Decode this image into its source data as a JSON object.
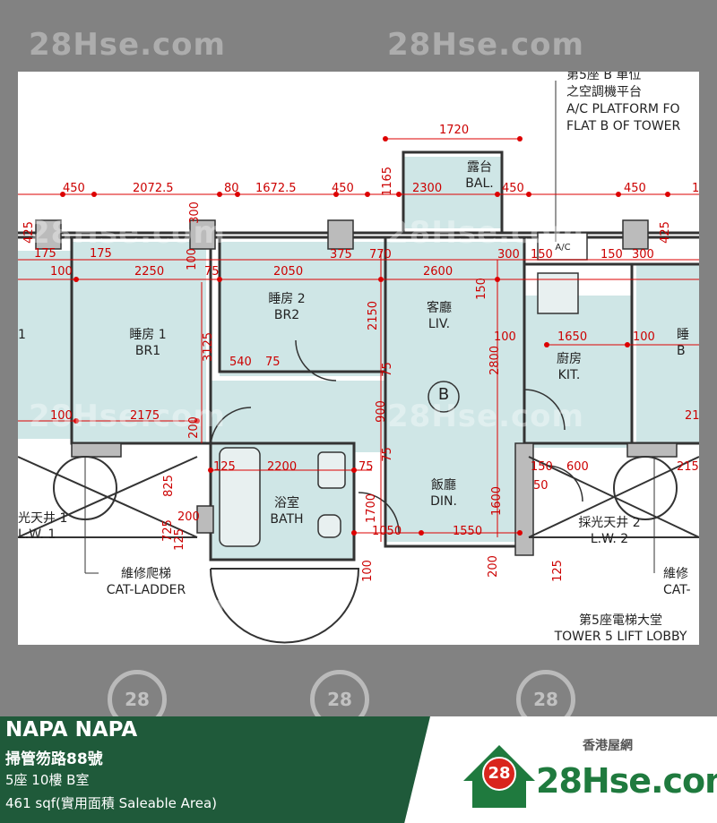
{
  "watermark": {
    "text": "28Hse.com",
    "logo": "28"
  },
  "rooms": {
    "br1": {
      "zh": "睡房 1",
      "en": "BR1"
    },
    "br2": {
      "zh": "睡房 2",
      "en": "BR2"
    },
    "liv": {
      "zh": "客廳",
      "en": "LIV."
    },
    "kit": {
      "zh": "廚房",
      "en": "KIT."
    },
    "din": {
      "zh": "飯廳",
      "en": "DIN."
    },
    "bath": {
      "zh": "浴室",
      "en": "BATH"
    },
    "bal": {
      "zh": "露台",
      "en": "BAL."
    },
    "unit": "B",
    "ac": "A/C"
  },
  "notes": {
    "ac_platform_zh1": "第5座 B 單位",
    "ac_platform_zh2": "之空調機平台",
    "ac_platform_en1": "A/C PLATFORM FO",
    "ac_platform_en2": "FLAT B OF TOWER",
    "lw1_zh": "光天井 1",
    "lw1_en": "L.W. 1",
    "lw2_zh": "採光天井 2",
    "lw2_en": "L.W. 2",
    "cat_zh": "維修爬梯",
    "cat_en": "CAT-LADDER",
    "cat2_zh": "維修",
    "cat2_en": "CAT-",
    "lobby_zh": "第5座電梯大堂",
    "lobby_en": "TOWER 5 LIFT LOBBY",
    "right_room_zh": "睡",
    "right_room_en": "B",
    "left_edge": "1"
  },
  "dims": [
    "1720",
    "450",
    "2072.5",
    "80",
    "1672.5",
    "450",
    "2300",
    "450",
    "450",
    "1165",
    "300",
    "425",
    "175",
    "175",
    "100",
    "2250",
    "75",
    "2050",
    "375",
    "770",
    "2600",
    "300",
    "150",
    "150",
    "300",
    "425",
    "100",
    "3125",
    "2150",
    "540",
    "75",
    "100",
    "1650",
    "100",
    "2800",
    "150",
    "100",
    "2175",
    "200",
    "75",
    "900",
    "75",
    "125",
    "2200",
    "75",
    "150",
    "600",
    "825",
    "50",
    "1700",
    "1600",
    "725",
    "125",
    "200",
    "1050",
    "1550",
    "100",
    "200",
    "125",
    "215",
    "21",
    "1"
  ],
  "listing": {
    "name": "NAPA NAPA",
    "address": "掃管笏路88號",
    "unit": "5座 10樓 B室",
    "area": "461 sqf(實用面積 Saleable Area)"
  },
  "brand": {
    "small": "香港屋網",
    "big": "28Hse.com",
    "badge": "28"
  },
  "colors": {
    "room_fill": "#cfe6e6",
    "dim_red": "#cc0000",
    "info_green": "#1f5a3a",
    "brand_green": "#1f7a3e",
    "badge_red": "#d9251d"
  }
}
